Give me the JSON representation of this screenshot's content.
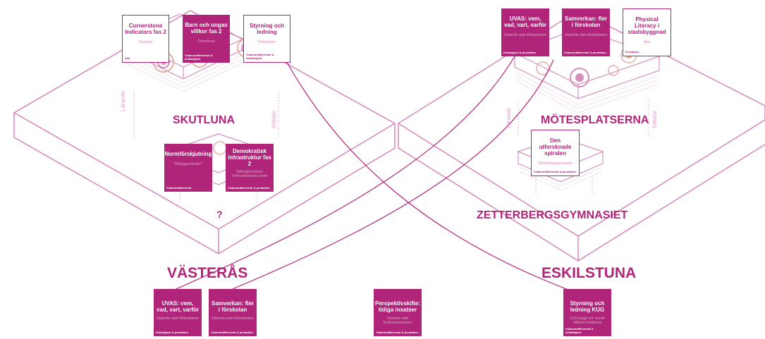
{
  "colors": {
    "accent": "#b0247a",
    "line": "#d58fbd",
    "rings": "#e6b0a3"
  },
  "places": {
    "skutluna": "SKUTLUNA",
    "motesplatserna": "MÖTESPLATSERNA",
    "zetterbergsgymnasiet": "ZETTERBERGSGYMNASIET",
    "vasteras": "VÄSTERÅS",
    "eskilstuna": "ESKILSTUNA",
    "unknown": "?"
  },
  "axes": {
    "left": "Lärande",
    "right": "Initiativ",
    "left_small": "Lärande",
    "right_small": "Initiativ"
  },
  "skutluna_top": [
    {
      "title": "Cornerstone Indicators fas 2",
      "sub": "Skultuna",
      "foot": "Alla"
    },
    {
      "title": "Barn och ungas villkor fas 2",
      "sub": "Örtmetären",
      "foot": "Visamnnätillverant & deltaktighet"
    },
    {
      "title": "Styrning och ledning",
      "sub": "Örtmetären",
      "foot": "Visamnnätillverant & deltaktighet"
    }
  ],
  "skutluna_mid": [
    {
      "title": "Normförskjutning",
      "sub": "Rdbyggerskolan?",
      "foot": "Visamnnätillverant"
    },
    {
      "title": "Demokratisk infrastruktur fas 2",
      "sub": "Rdbyggerskolam Verksamhetsdea arbet",
      "foot": "Visamnnätillverant & prestation"
    }
  ],
  "motes_top": [
    {
      "title": "UVAS: vem, vad, vart, varför",
      "sub": "Västerås stad Mötesplatser",
      "foot": "Delaktighet & prestation"
    },
    {
      "title": "Samverkan: fler i förskolan",
      "sub": "Västerås stad Mötesplatser",
      "foot": "Visamnnätillverant & prestation"
    },
    {
      "title": "Physical Literacy i stadsbyggnad",
      "sub": "Árta",
      "foot": "Prestation"
    }
  ],
  "zetter_card": {
    "title": "Den utforsknade spiralen",
    "sub": "Zetterbergsgymnasiet",
    "foot": "Visamnnätillverant & prestation"
  },
  "bottom": [
    {
      "title": "UVAS: vem, vad, vart, varför",
      "sub": "Västerås stad Mötesplatser",
      "foot": "Delaktighet & prestation"
    },
    {
      "title": "Samverkan: fler i förskolan",
      "sub": "Västerås stad Mötesplatser",
      "foot": "Visamnnätillverant & prestation"
    },
    {
      "title": "Perspektivskifte: tidiga insatser",
      "sub": "Västerås stad Exkitsanskammen",
      "foot": "Visamnnätillverant & prestation"
    },
    {
      "title": "Styrning och ledning KUG",
      "sub": "KUG tryggt och socialt hållbart Eskilstuna",
      "foot": "Visamnnätillverant & deltaktighet"
    }
  ]
}
